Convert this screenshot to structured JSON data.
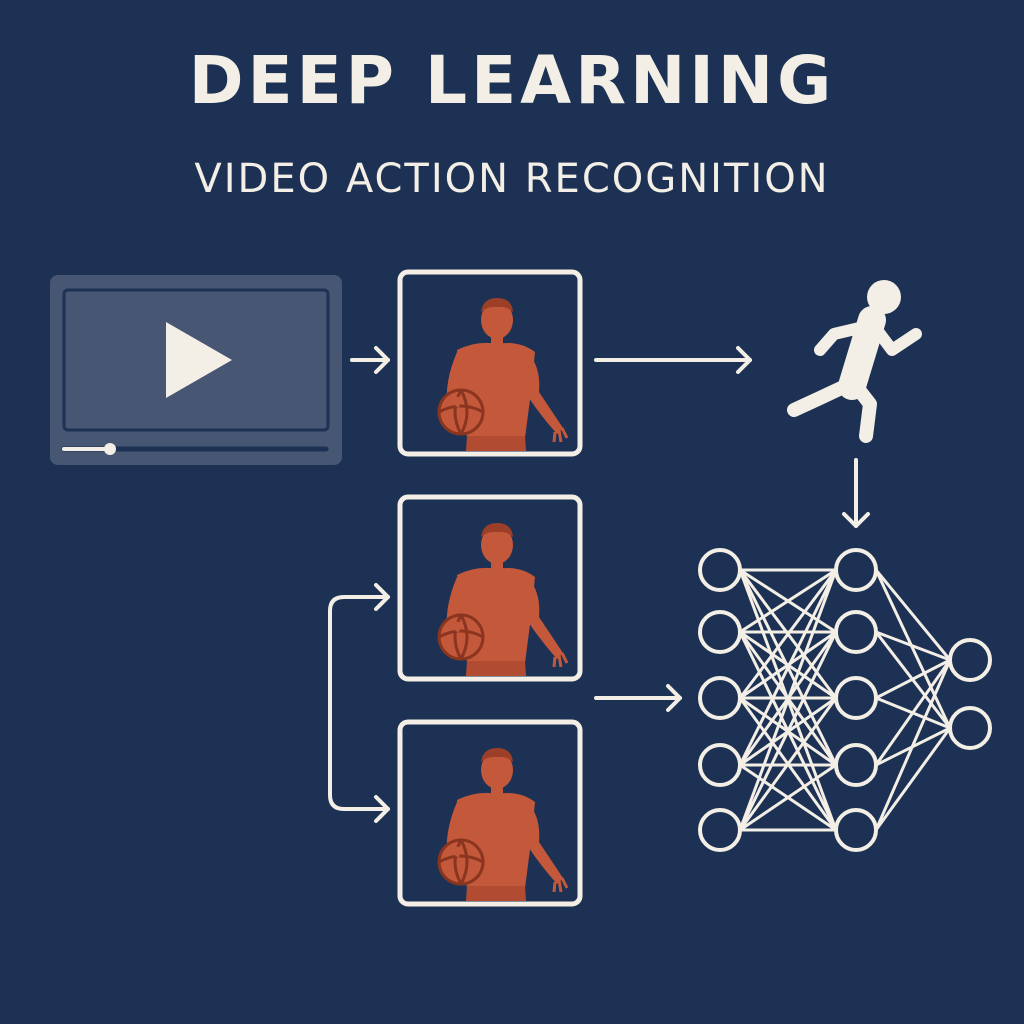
{
  "title": "DEEP LEARNING",
  "subtitle": "VIDEO ACTION RECOGNITION",
  "colors": {
    "background": "#1c3153",
    "foreground": "#f3efe6",
    "figure": "#c4583a",
    "figure_dark": "#9c3f28",
    "player_panel": "#55647e"
  },
  "icons": {
    "video": "video-player-icon",
    "play": "play-icon",
    "action": "running-person-icon",
    "frame_figure": "basketball-player-figure",
    "network": "neural-network-icon"
  },
  "network": {
    "layers": [
      5,
      5,
      2
    ]
  },
  "frames": [
    {
      "id": "frame-1"
    },
    {
      "id": "frame-2"
    },
    {
      "id": "frame-3"
    }
  ]
}
